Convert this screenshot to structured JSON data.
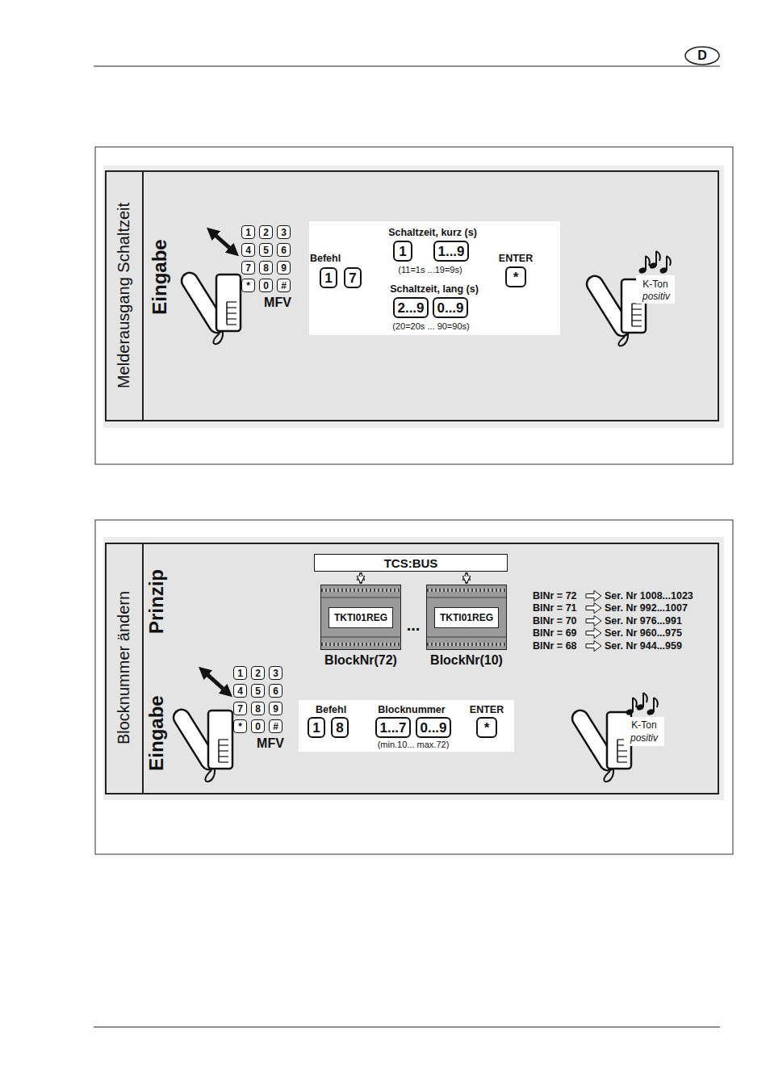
{
  "diagram": {
    "nodes": [
      {
        "text": [
          "Melderausgang Schaltzeit",
          "Eingabe"
        ]
      },
      {
        "text": [
          "1"
        ],
        "in": 0
      },
      {
        "text": [
          "2"
        ],
        "in": 0
      },
      {
        "text": [
          "3"
        ],
        "in": 0
      },
      {
        "text": [
          "4"
        ],
        "in": 0
      },
      {
        "text": [
          "5"
        ],
        "in": 0
      },
      {
        "text": [
          "6"
        ],
        "in": 0
      },
      {
        "text": [
          "7"
        ],
        "in": 0
      },
      {
        "text": [
          "8"
        ],
        "in": 0
      },
      {
        "text": [
          "9"
        ],
        "in": 0
      },
      {
        "text": [
          "*"
        ],
        "in": 0
      },
      {
        "text": [
          "0"
        ],
        "in": 0
      },
      {
        "text": [
          "#"
        ],
        "in": 0
      },
      {
        "text": [
          "Befehl",
          "Schaltzeit, kurz (s)",
          "(11=1s ...19=9s)",
          "Schaltzeit, lang (s)",
          "(20=20s ... 90=90s)",
          "ENTER"
        ],
        "in": 0
      },
      {
        "text": [
          "1"
        ],
        "in": 13
      },
      {
        "text": [
          "7"
        ],
        "in": 13
      },
      {
        "text": [
          "1"
        ],
        "in": 13
      },
      {
        "text": [
          "1...9"
        ],
        "in": 13
      },
      {
        "text": [
          "2...9"
        ],
        "in": 13
      },
      {
        "text": [
          "0...9"
        ],
        "in": 13
      },
      {
        "text": [
          "*"
        ],
        "in": 13
      },
      {
        "text": [
          "Blocknummer ändern",
          "Prinzip",
          "Eingabe"
        ]
      },
      {
        "text": [
          "TCS:BUS"
        ],
        "in": 21
      },
      {
        "text": [
          "TKTI01REG",
          "BlockNr(72)"
        ],
        "in": 21
      },
      {
        "text": [
          "TKTI01REG",
          "BlockNr(10)"
        ],
        "in": 21
      },
      {
        "text": [
          "1"
        ],
        "in": 21
      },
      {
        "text": [
          "2"
        ],
        "in": 21
      },
      {
        "text": [
          "3"
        ],
        "in": 21
      },
      {
        "text": [
          "4"
        ],
        "in": 21
      },
      {
        "text": [
          "5"
        ],
        "in": 21
      },
      {
        "text": [
          "6"
        ],
        "in": 21
      },
      {
        "text": [
          "7"
        ],
        "in": 21
      },
      {
        "text": [
          "8"
        ],
        "in": 21
      },
      {
        "text": [
          "9"
        ],
        "in": 21
      },
      {
        "text": [
          "*"
        ],
        "in": 21
      },
      {
        "text": [
          "0"
        ],
        "in": 21
      },
      {
        "text": [
          "#"
        ],
        "in": 21
      },
      {
        "text": [
          "Befehl",
          "Blocknummer",
          "(min.10... max.72)",
          "ENTER"
        ],
        "in": 21
      },
      {
        "text": [
          "1"
        ],
        "in": 37
      },
      {
        "text": [
          "8"
        ],
        "in": 37
      },
      {
        "text": [
          "1...7"
        ],
        "in": 37
      },
      {
        "text": [
          "0...9"
        ],
        "in": 37
      },
      {
        "text": [
          "*"
        ],
        "in": 37
      }
    ],
    "edges": [
      {
        "from": 22,
        "to": 23,
        "arrow": "both"
      },
      {
        "from": 22,
        "to": 24,
        "arrow": "both"
      }
    ],
    "labels": [
      "D",
      "MFV",
      "K-Ton",
      "positiv",
      "...",
      "BlNr = 72",
      "Ser. Nr 1008...1023",
      "BlNr = 71",
      "Ser. Nr 992...1007",
      "BlNr = 70",
      "Ser. Nr 976...991",
      "BlNr = 69",
      "Ser. Nr 960...975",
      "BlNr = 68",
      "Ser. Nr 944...959",
      "MFV",
      "K-Ton",
      "positiv"
    ]
  }
}
